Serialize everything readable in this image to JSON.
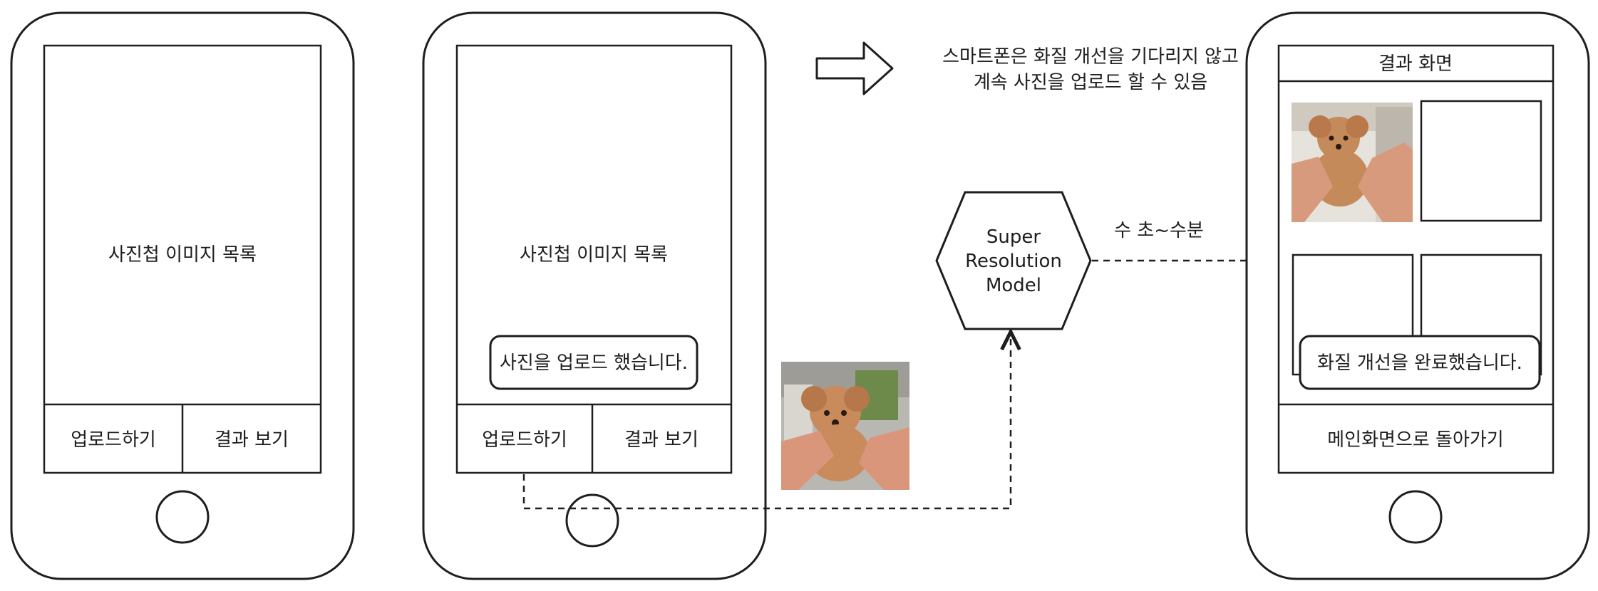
{
  "phone1": {
    "screen_label": "사진첩 이미지 목록",
    "buttons": [
      "업로드하기",
      "결과 보기"
    ]
  },
  "phone2": {
    "screen_label": "사진첩 이미지 목록",
    "toast": "사진을 업로드 했습니다.",
    "buttons": [
      "업로드하기",
      "결과 보기"
    ]
  },
  "model": {
    "lines": [
      "Super",
      "Resolution",
      "Model"
    ]
  },
  "note": {
    "lines": [
      "스마트폰은 화질 개선을 기다리지 않고",
      "계속 사진을 업로드 할 수 있음"
    ]
  },
  "timing_label": "수 초~수분",
  "phone3": {
    "title": "결과 화면",
    "toast": "화질 개선을 완료했습니다.",
    "back_button": "메인화면으로 돌아가기"
  },
  "colors": {
    "stroke": "#1e1e1e",
    "background": "#ffffff",
    "photo_fur": "#c98a5c",
    "photo_bg": "#b9b7b2",
    "photo_hand": "#d9967a",
    "photo_leaf": "#6e8a4a"
  }
}
